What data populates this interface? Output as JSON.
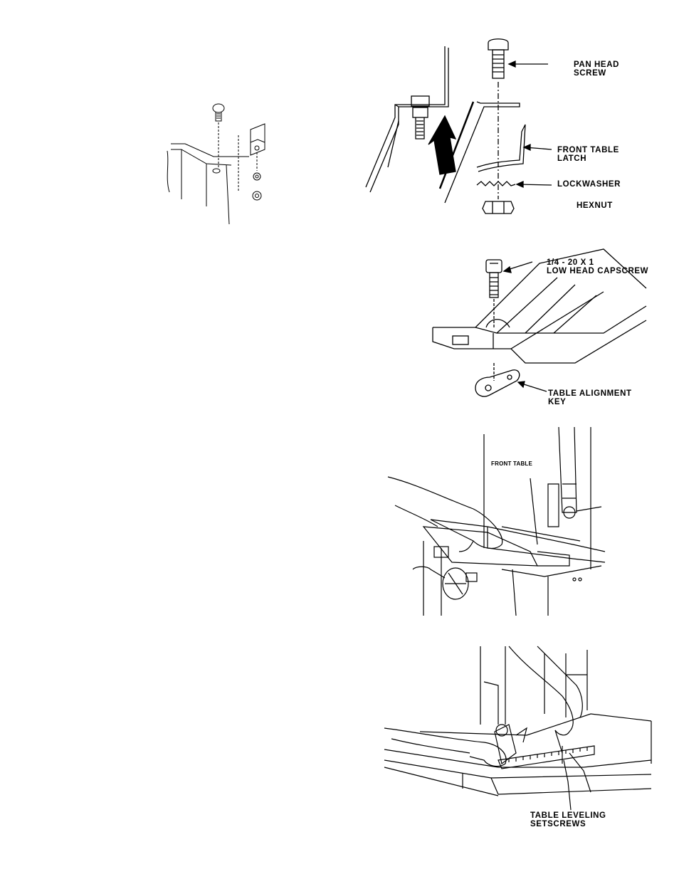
{
  "figures": {
    "latch": {
      "labels": {
        "pan_head_screw": "PAN HEAD\nSCREW",
        "front_table_latch": "FRONT TABLE\nLATCH",
        "lockwasher": "LOCKWASHER",
        "hexnut": "HEXNUT"
      }
    },
    "alignment": {
      "labels": {
        "capscrew": "1/4 - 20 X 1\nLOW HEAD CAPSCREW",
        "alignment_key": "TABLE ALIGNMENT\nKEY"
      }
    },
    "front_table": {
      "labels": {
        "front_table": "FRONT TABLE"
      }
    },
    "leveling": {
      "labels": {
        "setscrews": "TABLE LEVELING\nSETSCREWS"
      }
    }
  }
}
